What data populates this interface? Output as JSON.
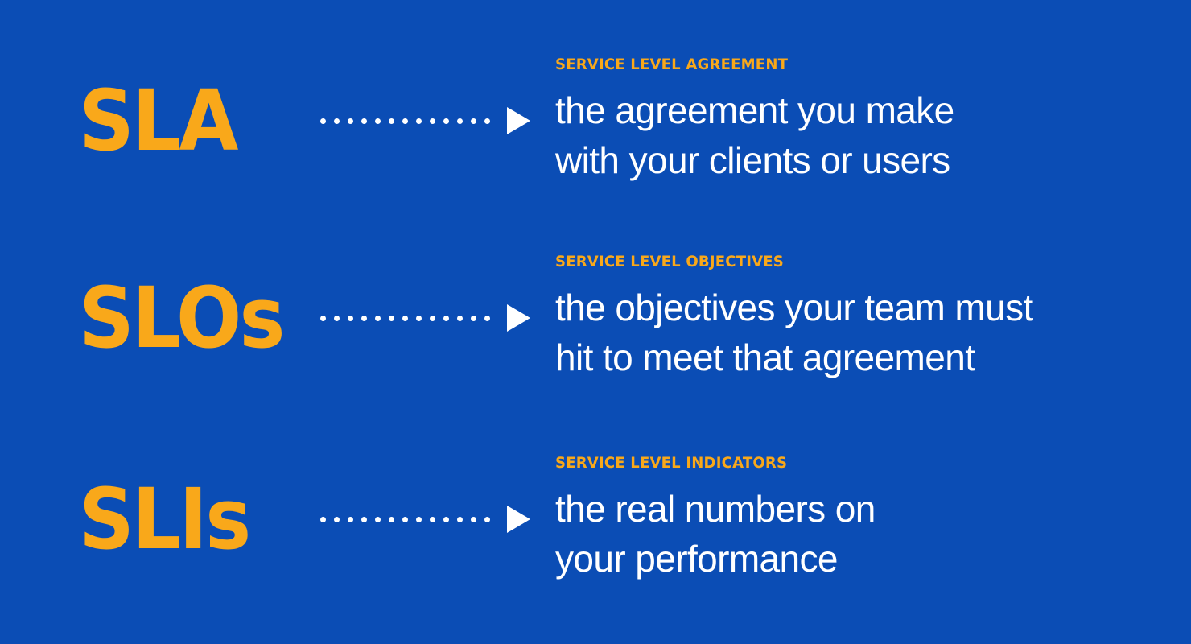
{
  "theme": {
    "background_color": "#0B4DB5",
    "accent_color": "#F9A81A",
    "text_color": "#FFFFFF"
  },
  "connector": {
    "icon": "dotted-arrow-right",
    "dot_count": 13,
    "arrowhead": "triangle-right"
  },
  "rows": [
    {
      "acronym": "SLA",
      "eyebrow": "SERVICE LEVEL AGREEMENT",
      "description_line_1": "the agreement you make",
      "description_line_2": "with your clients or users"
    },
    {
      "acronym": "SLOs",
      "eyebrow": "SERVICE LEVEL OBJECTIVES",
      "description_line_1": "the objectives your team must",
      "description_line_2": "hit to meet that agreement"
    },
    {
      "acronym": "SLIs",
      "eyebrow": "SERVICE LEVEL INDICATORS",
      "description_line_1": "the real numbers on",
      "description_line_2": "your performance"
    }
  ]
}
